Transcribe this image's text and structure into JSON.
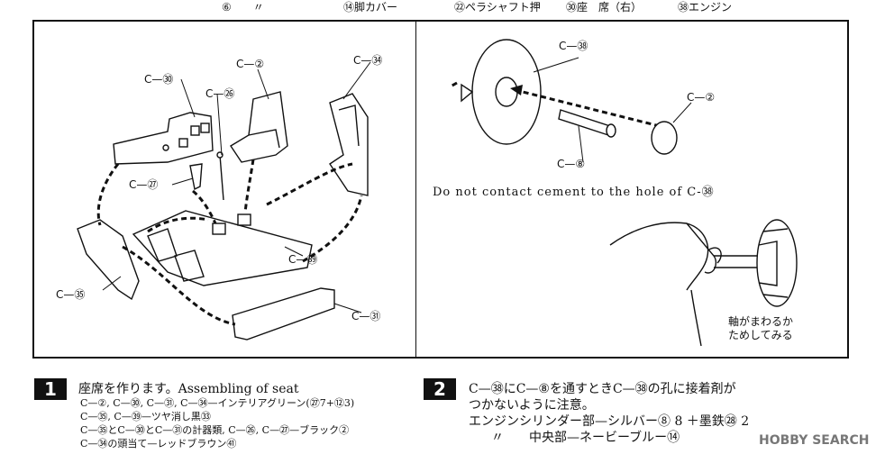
{
  "top_legend": {
    "col1": "⑥　　〃",
    "col2": "⑭脚カバー",
    "col3": "㉒ペラシャフト押",
    "col4": "㉚座　席（右）",
    "col5": "㊳エンジン"
  },
  "left_panel": {
    "labels": {
      "c30": "C—㉚",
      "c2": "C—②",
      "c26": "C—㉖",
      "c34": "C—㉞",
      "c27": "C—㉗",
      "c39": "C—㊴",
      "c35": "C—㉟",
      "c31": "C—㉛"
    }
  },
  "right_panel": {
    "labels": {
      "c38": "C—㊳",
      "c2": "C—②",
      "c8": "C—⑧"
    },
    "note": "Do not contact cement to the hole of C-㊳",
    "check_note_line1": "軸がまわるか",
    "check_note_line2": "ためしてみる"
  },
  "step1": {
    "number": "1",
    "title": "座席を作ります。Assembling of seat",
    "lines": [
      "C—②, C—㉚, C—㉛, C—㉞—インテリアグリーン(㉗7+⑫3)",
      "C—㉟,  C—㊴—ツヤ消し黒㉝",
      "C—㉟とC—㉚とC—㉛の計器類, C—㉖, C—㉗—ブラック②",
      "C—㉞の頭当て—レッドブラウン㊶"
    ]
  },
  "step2": {
    "number": "2",
    "line1": "C—㊳にC—⑧を通すときC—㊳の孔に接着剤が",
    "line2": "つかないように注意。",
    "line3": "エンジンシリンダー部—シルバー⑧ 8 ＋墨鉄㉘ 2",
    "line4": "〃　　中央部—ネービーブルー⑭"
  },
  "watermark": {
    "text": "HOBBY SEARCH"
  }
}
